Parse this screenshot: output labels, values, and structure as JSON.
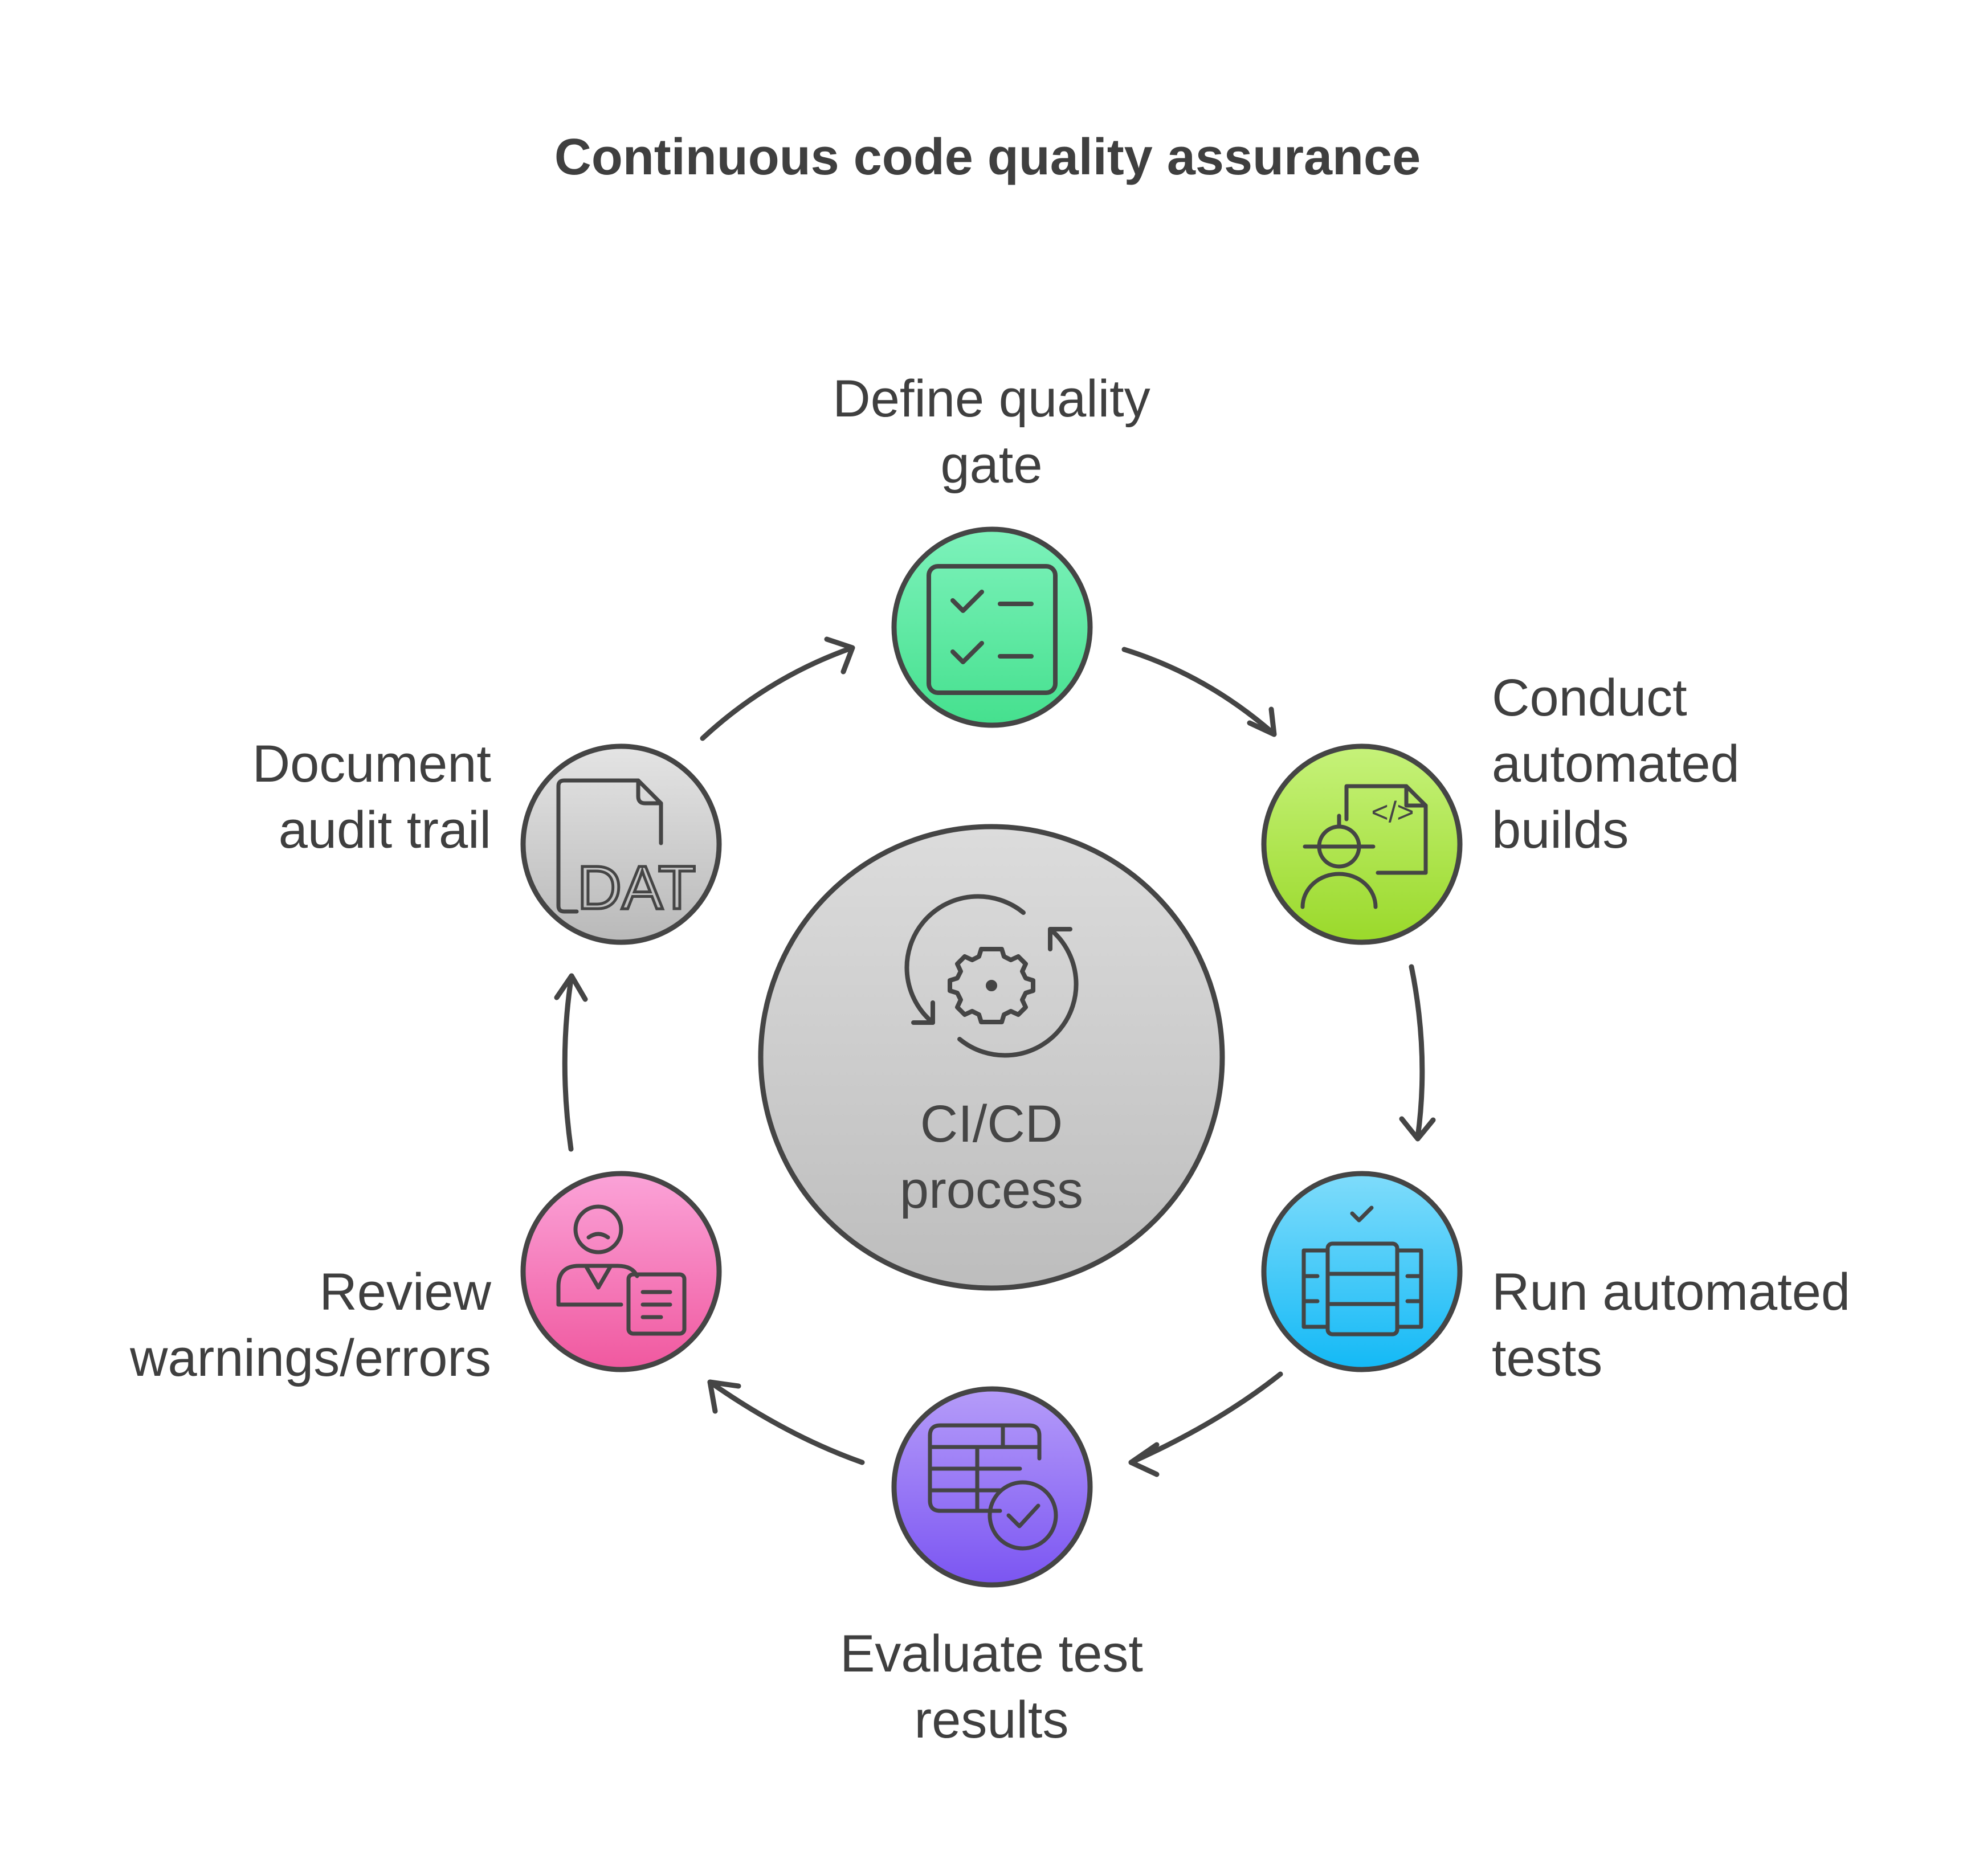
{
  "title": "Continuous code quality assurance",
  "center": {
    "line1": "CI/CD",
    "line2": "process",
    "icon": "gear-cycle-icon"
  },
  "steps": [
    {
      "line1": "Define quality",
      "line2": "gate",
      "line3": "",
      "icon": "checklist-icon",
      "color": "#5ee8a4"
    },
    {
      "line1": "Conduct",
      "line2": "automated",
      "line3": "builds",
      "icon": "engineer-code-icon",
      "color": "#a8e636"
    },
    {
      "line1": "Run automated",
      "line2": "tests",
      "line3": "",
      "icon": "test-server-icon",
      "color": "#29c3f7"
    },
    {
      "line1": "Evaluate test",
      "line2": "results",
      "line3": "",
      "icon": "table-check-icon",
      "color": "#8c6af5"
    },
    {
      "line1": "Review",
      "line2": "warnings/errors",
      "line3": "",
      "icon": "person-document-icon",
      "color": "#f46bbd"
    },
    {
      "line1": "Document",
      "line2": "audit trail",
      "line3": "",
      "icon": "dat-file-icon",
      "color": "#c2c2c2"
    }
  ],
  "icon_text": {
    "dat": "DAT",
    "code": "</>"
  },
  "colors": {
    "text": "#3f3f3f",
    "stroke": "#454545",
    "center_fill": "#c8c8c8"
  }
}
